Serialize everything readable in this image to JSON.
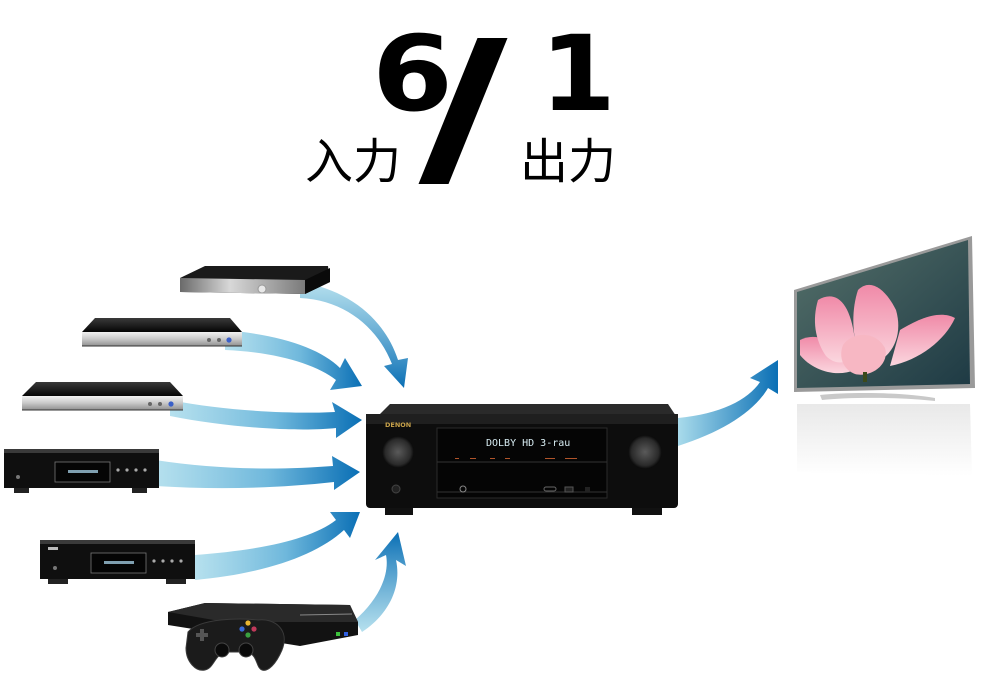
{
  "title": {
    "inputs_count": "6",
    "separator": "/",
    "outputs_count": "1",
    "inputs_label": "入力",
    "outputs_label": "出力"
  },
  "receiver": {
    "brand": "DENON",
    "display_text": "DOLBY HD  3-rau",
    "type": "AV receiver"
  },
  "inputs": [
    {
      "name": "media-player",
      "kind": "set-top box"
    },
    {
      "name": "bluray-player-1",
      "kind": "disc player"
    },
    {
      "name": "bluray-player-2",
      "kind": "disc player"
    },
    {
      "name": "cd-player-1",
      "kind": "CD player"
    },
    {
      "name": "cd-player-2",
      "kind": "CD player"
    },
    {
      "name": "game-console",
      "kind": "game console with controller"
    }
  ],
  "output": {
    "name": "television",
    "kind": "flat-screen TV",
    "screen_image": "pink lotus flower"
  },
  "colors": {
    "arrow_light": "#9fd3e6",
    "arrow_dark": "#0a6fb5",
    "device_black": "#111111",
    "title_black": "#000000",
    "lotus_pink": "#f2a3b5"
  }
}
